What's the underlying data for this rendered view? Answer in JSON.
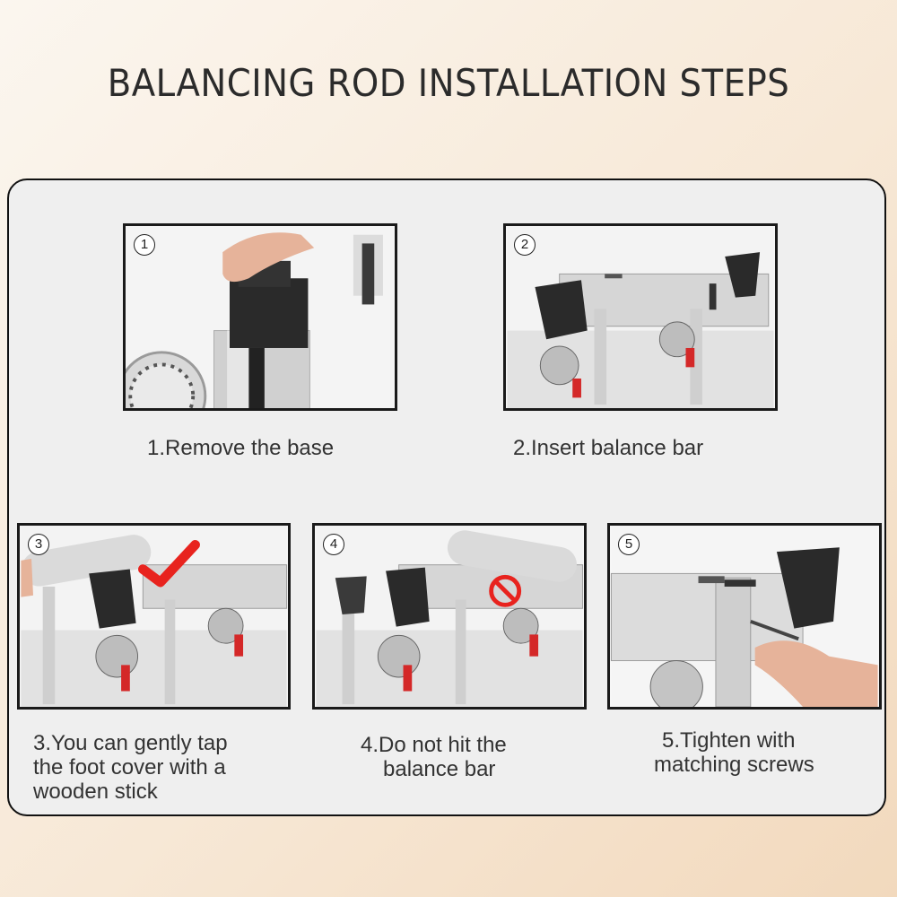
{
  "title": "BALANCING ROD INSTALLATION STEPS",
  "steps": [
    {
      "number": "1",
      "caption": "1.Remove the base"
    },
    {
      "number": "2",
      "caption": "2.Insert balance bar"
    },
    {
      "number": "3",
      "caption_lines": [
        "3.You can gently tap",
        "the foot cover with a",
        "wooden stick"
      ]
    },
    {
      "number": "4",
      "caption_lines": [
        "4.Do not hit the",
        "balance bar"
      ]
    },
    {
      "number": "5",
      "caption_lines": [
        "5.Tighten with",
        "matching screws"
      ]
    }
  ],
  "colors": {
    "panel_border": "#111111",
    "check_mark": "#e8231e",
    "prohibition": "#e8231e",
    "foot_cover": "#2a2a2a"
  }
}
